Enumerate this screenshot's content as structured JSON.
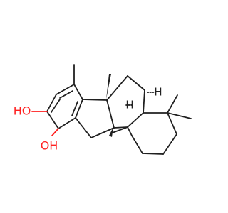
{
  "molecule": {
    "labels": {
      "hydroxyl_upper": "HO",
      "hydroxyl_lower": "OH",
      "stereo_h_left": "H",
      "stereo_h_right": "H"
    },
    "colors": {
      "bond": "#202020",
      "heteroatom": "#ff1f1f",
      "background": "#ffffff"
    }
  }
}
